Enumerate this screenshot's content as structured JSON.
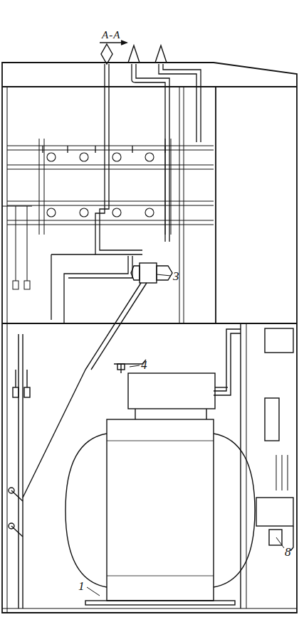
{
  "diagram": {
    "title": "A-A",
    "labels": [
      "3",
      "4",
      "1",
      "8"
    ]
  }
}
